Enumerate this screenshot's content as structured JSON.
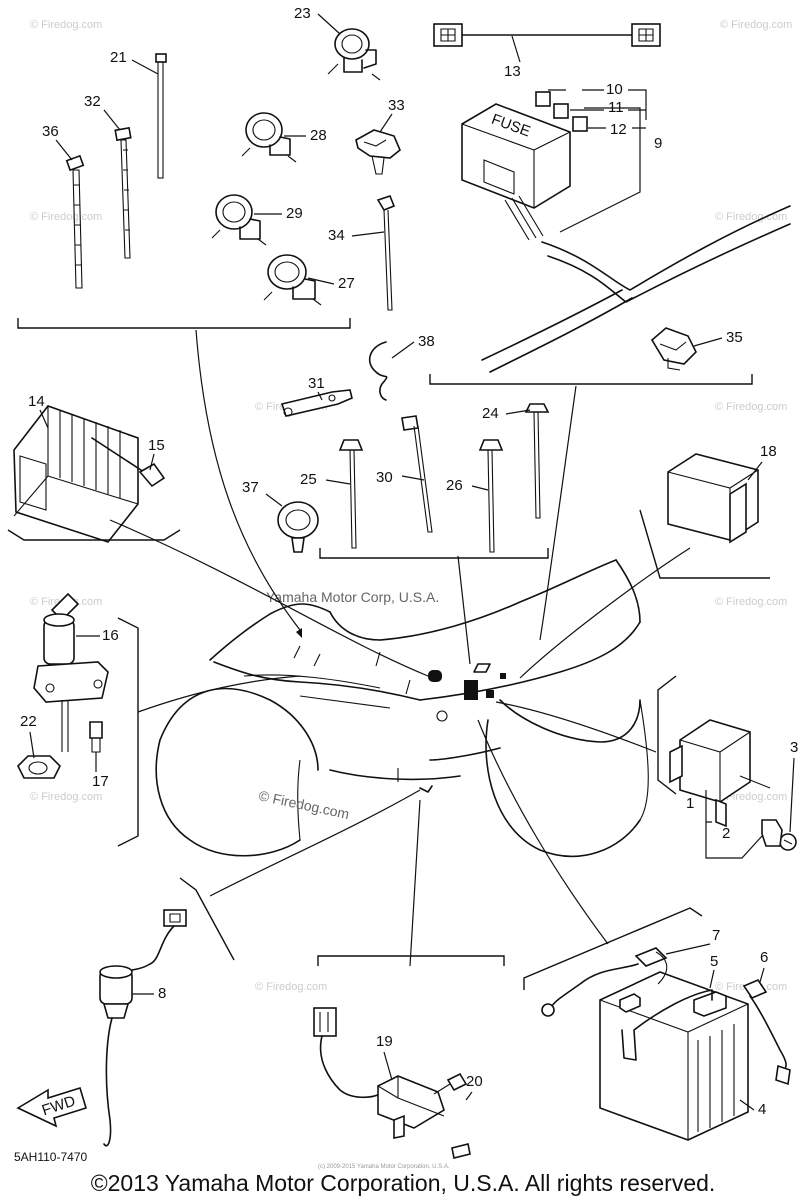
{
  "diagram": {
    "source_watermark": "Yamaha Motor Corp, U.S.A.",
    "site_watermark": "© Firedog.com",
    "diagram_code": "5AH110-7470",
    "copyright": "©2013 Yamaha Motor Corporation, U.S.A. All rights reserved.",
    "small_copyright": "(c) 2009-2015 Yamaha Motor Corporation, U.S.A.",
    "fuse_label": "FUSE",
    "fwd_label": "FWD",
    "part_numbers": [
      "1",
      "2",
      "3",
      "4",
      "5",
      "6",
      "7",
      "8",
      "9",
      "10",
      "11",
      "12",
      "13",
      "14",
      "15",
      "16",
      "17",
      "18",
      "19",
      "20",
      "21",
      "22",
      "23",
      "24",
      "25",
      "26",
      "27",
      "28",
      "29",
      "30",
      "31",
      "32",
      "33",
      "34",
      "35",
      "36",
      "37",
      "38"
    ]
  }
}
